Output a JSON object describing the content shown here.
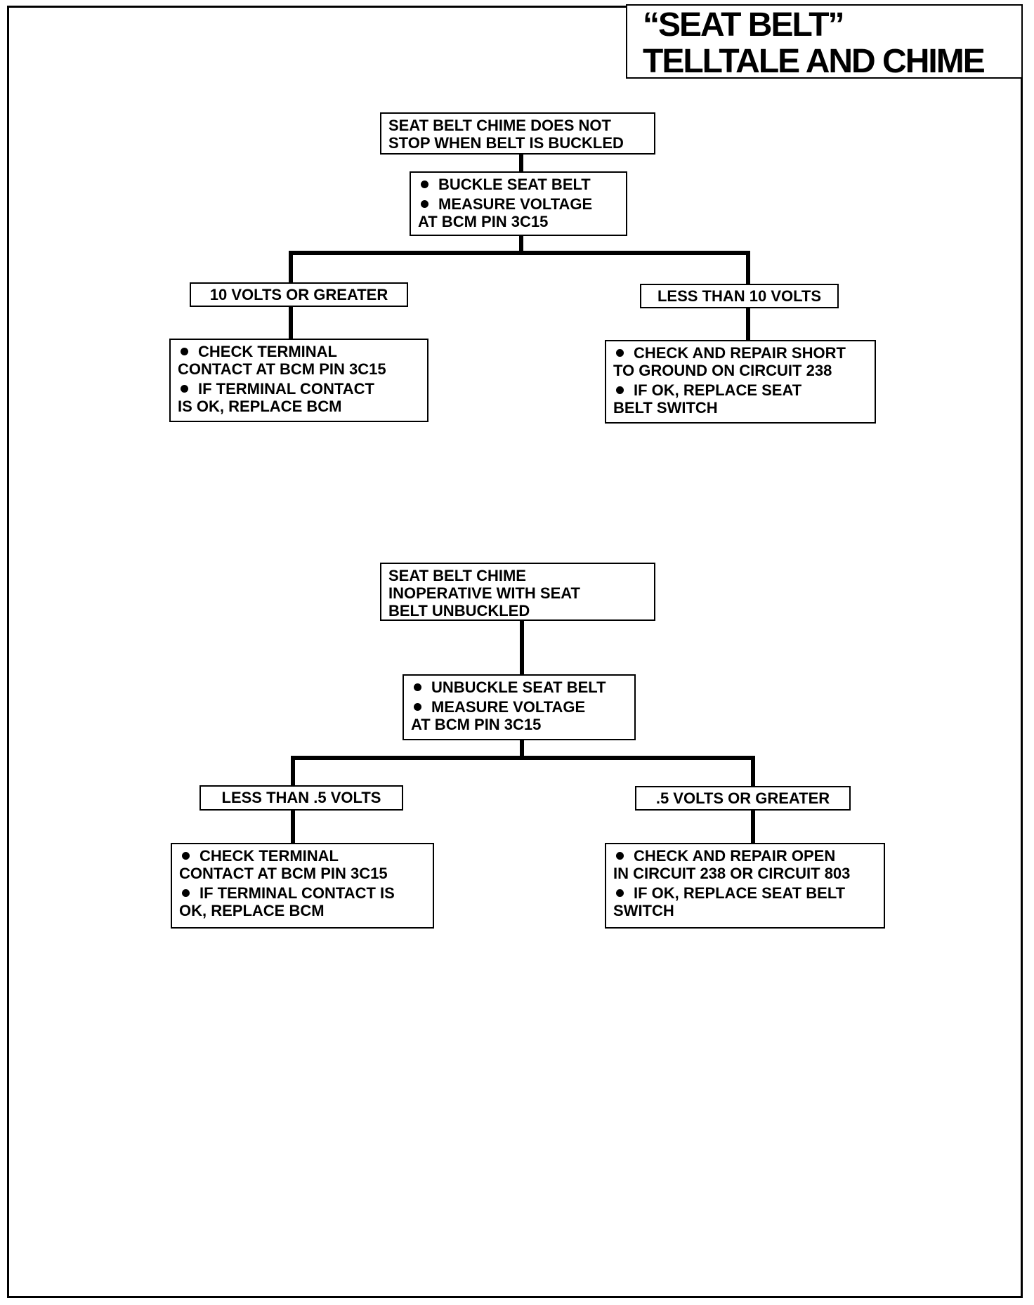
{
  "title": {
    "line1": "“SEAT BELT”",
    "line2": "TELLTALE AND CHIME"
  },
  "chart1": {
    "symptom": [
      "SEAT BELT CHIME DOES NOT",
      "STOP WHEN BELT IS BUCKLED"
    ],
    "test": [
      "BUCKLE SEAT BELT",
      "MEASURE VOLTAGE",
      "AT BCM PIN 3C15"
    ],
    "left_condition": "10 VOLTS OR GREATER",
    "right_condition": "LESS THAN 10 VOLTS",
    "left_action": [
      "CHECK TERMINAL",
      "CONTACT AT BCM PIN 3C15",
      "IF TERMINAL CONTACT",
      "IS OK, REPLACE BCM"
    ],
    "right_action": [
      "CHECK AND REPAIR SHORT",
      "TO GROUND ON CIRCUIT 238",
      "IF OK, REPLACE SEAT",
      "BELT SWITCH"
    ]
  },
  "chart2": {
    "symptom": [
      "SEAT BELT CHIME",
      "INOPERATIVE WITH SEAT",
      "BELT UNBUCKLED"
    ],
    "test": [
      "UNBUCKLE SEAT BELT",
      "MEASURE VOLTAGE",
      "AT BCM PIN 3C15"
    ],
    "left_condition": "LESS THAN .5 VOLTS",
    "right_condition": ".5 VOLTS OR GREATER",
    "left_action": [
      "CHECK TERMINAL",
      "CONTACT AT BCM PIN 3C15",
      "IF TERMINAL CONTACT IS",
      "OK, REPLACE BCM"
    ],
    "right_action": [
      "CHECK AND REPAIR OPEN",
      "IN CIRCUIT 238 OR CIRCUIT 803",
      "IF OK, REPLACE SEAT BELT",
      "SWITCH"
    ]
  }
}
